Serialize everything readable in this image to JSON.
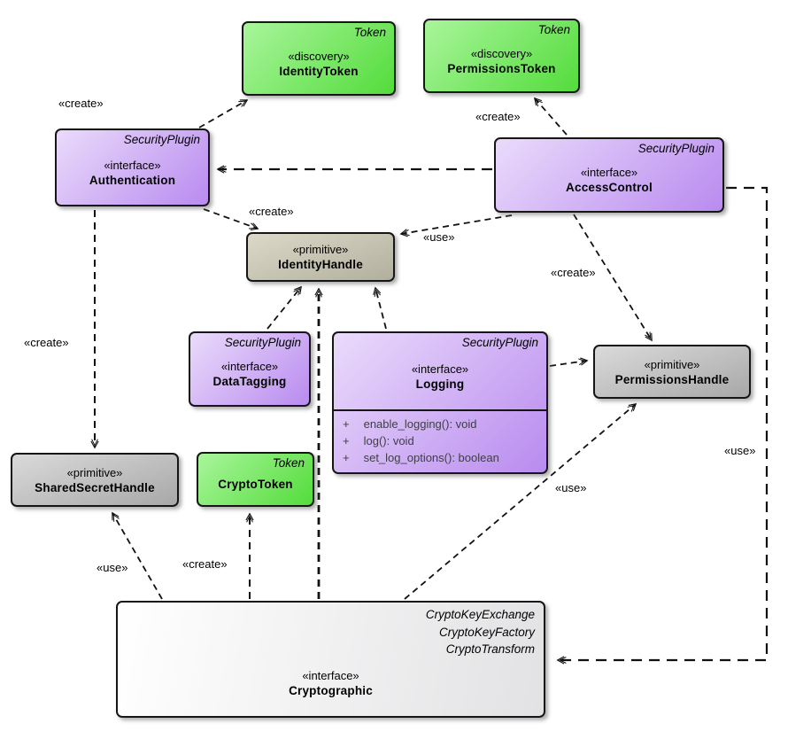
{
  "colors": {
    "green_light": "#a9f59b",
    "green_dark": "#54dc3c",
    "purple_light": "#eadbfb",
    "purple_dark": "#b98bef",
    "tan_light": "#dcd9ca",
    "tan_dark": "#b2af9d",
    "gray_light": "#dadada",
    "gray_dark": "#a8a8a8",
    "white_light": "#ffffff",
    "white_dark": "#e2e2e4",
    "border": "#161616",
    "method_text": "#3e3e46"
  },
  "nodes": {
    "identity_token": {
      "type": "Token",
      "stereotype": "«discovery»",
      "name": "IdentityToken"
    },
    "permissions_token": {
      "type": "Token",
      "stereotype": "«discovery»",
      "name": "PermissionsToken"
    },
    "authentication": {
      "type": "SecurityPlugin",
      "stereotype": "«interface»",
      "name": "Authentication"
    },
    "access_control": {
      "type": "SecurityPlugin",
      "stereotype": "«interface»",
      "name": "AccessControl"
    },
    "identity_handle": {
      "stereotype": "«primitive»",
      "name": "IdentityHandle"
    },
    "data_tagging": {
      "type": "SecurityPlugin",
      "stereotype": "«interface»",
      "name": "DataTagging"
    },
    "logging": {
      "type": "SecurityPlugin",
      "stereotype": "«interface»",
      "name": "Logging",
      "methods": [
        {
          "visibility": "+",
          "signature": "enable_logging(): void"
        },
        {
          "visibility": "+",
          "signature": "log(): void"
        },
        {
          "visibility": "+",
          "signature": "set_log_options(): boolean"
        }
      ]
    },
    "permissions_handle": {
      "stereotype": "«primitive»",
      "name": "PermissionsHandle"
    },
    "shared_secret_handle": {
      "stereotype": "«primitive»",
      "name": "SharedSecretHandle"
    },
    "crypto_token": {
      "type": "Token",
      "name": "CryptoToken"
    },
    "cryptographic": {
      "types": [
        "CryptoKeyExchange",
        "CryptoKeyFactory",
        "CryptoTransform"
      ],
      "stereotype": "«interface»",
      "name": "Cryptographic"
    }
  },
  "labels": {
    "auth_create_identity_token": "«create»",
    "ac_create_permissions_token": "«create»",
    "auth_create_identity_handle": "«create»",
    "ac_use_identity_handle": "«use»",
    "ac_create_permissions_handle": "«create»",
    "ac_use_cryptographic": "«use»",
    "crypto_use_permissions_handle": "«use»",
    "crypto_use_shared_secret": "«use»",
    "crypto_create_crypto_token": "«create»",
    "auth_create_shared_secret": "«create»"
  }
}
